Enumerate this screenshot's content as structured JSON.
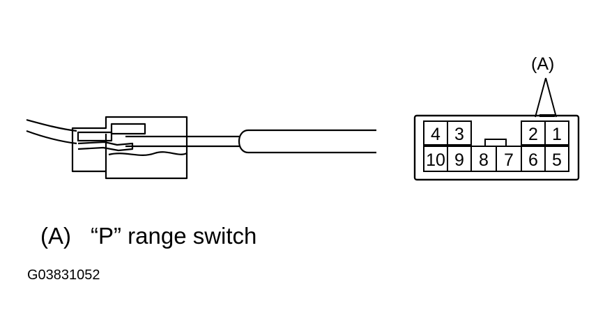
{
  "diagram": {
    "callout_label": "(A)",
    "connector_pins": {
      "top_row": [
        "4",
        "3",
        "2",
        "1"
      ],
      "bottom_row": [
        "10",
        "9",
        "8",
        "7",
        "6",
        "5"
      ]
    },
    "highlighted_pins": [
      "2",
      "1"
    ]
  },
  "caption": {
    "label": "(A)",
    "text": "“P” range switch"
  },
  "figure_id": "G03831052",
  "colors": {
    "line": "#000000",
    "background": "#ffffff"
  }
}
